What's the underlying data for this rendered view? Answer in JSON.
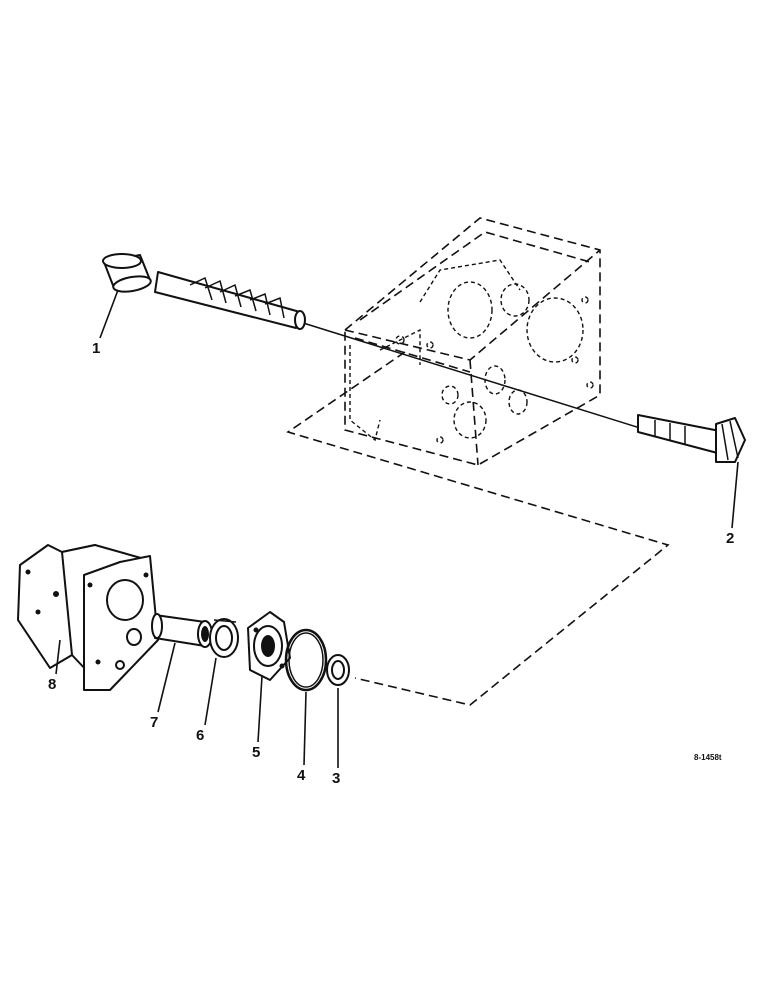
{
  "diagram": {
    "callouts": [
      {
        "id": "1",
        "text": "1"
      },
      {
        "id": "2",
        "text": "2"
      },
      {
        "id": "3",
        "text": "3"
      },
      {
        "id": "4",
        "text": "4"
      },
      {
        "id": "5",
        "text": "5"
      },
      {
        "id": "6",
        "text": "6"
      },
      {
        "id": "7",
        "text": "7"
      },
      {
        "id": "8",
        "text": "8"
      }
    ],
    "reference_code": "8-1458t"
  }
}
